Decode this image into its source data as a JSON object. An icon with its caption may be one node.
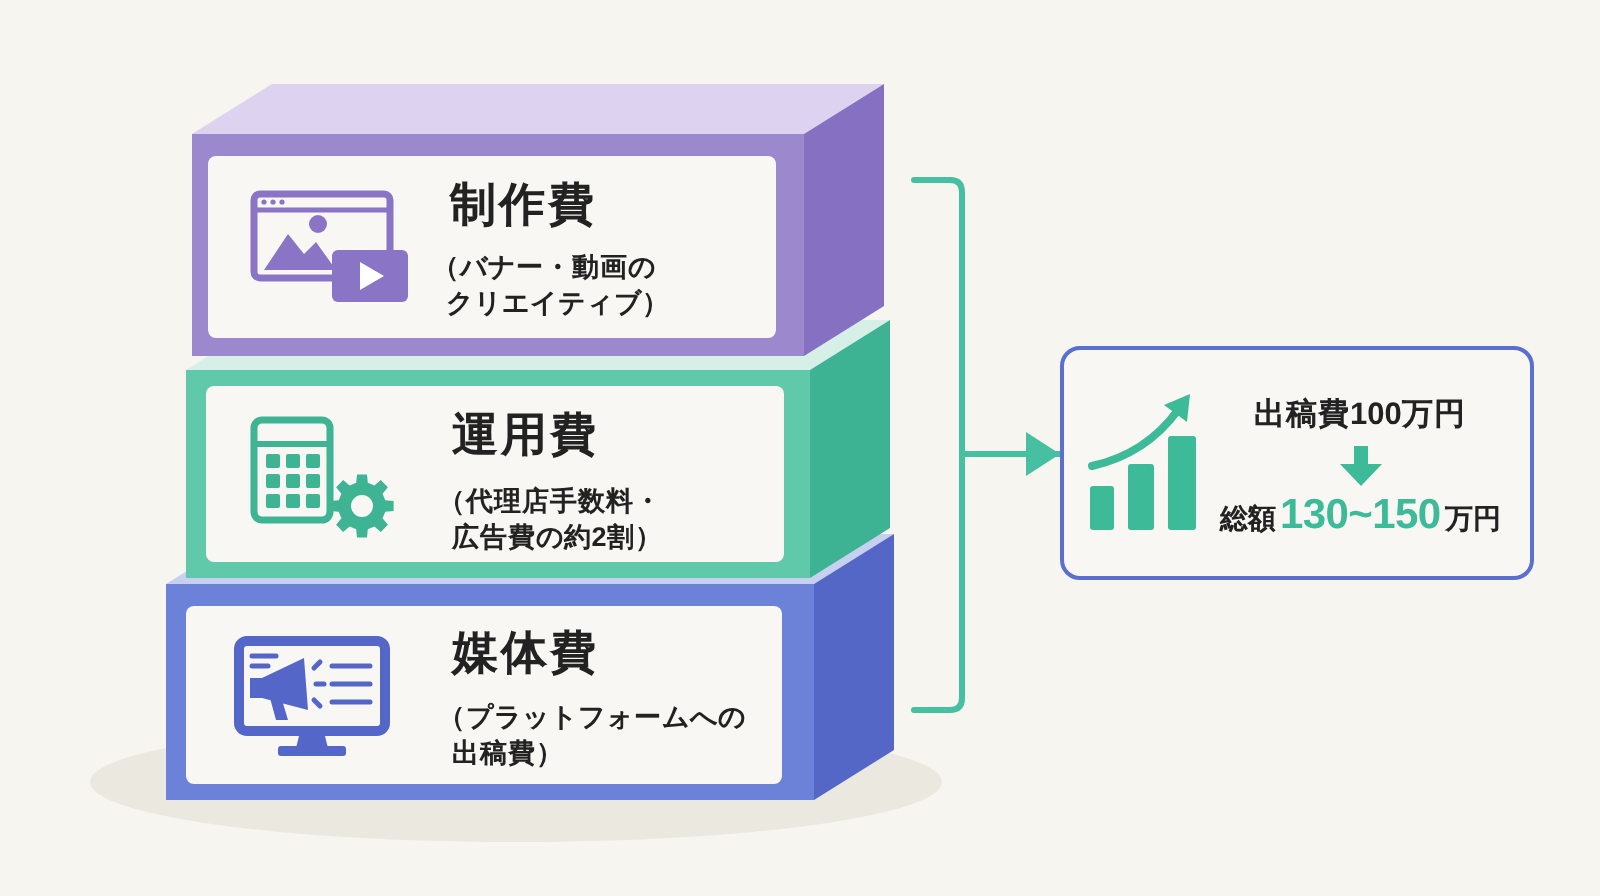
{
  "diagram": {
    "nodes": [
      {
        "text": [
          "制作費",
          "（バナー・動画のクリエイティブ）"
        ]
      },
      {
        "text": [
          "運用費",
          "（代理店手数料・広告費の約2割）"
        ]
      },
      {
        "text": [
          "媒体費",
          "（プラットフォームへの出稿費）"
        ]
      },
      {
        "text": [],
        "shape": "bracket"
      },
      {
        "text": [
          "出稿費100万円",
          "総額**130~150**万円"
        ]
      }
    ],
    "edges": [
      {
        "from": 3,
        "to": 4,
        "arrow": "to"
      }
    ]
  }
}
